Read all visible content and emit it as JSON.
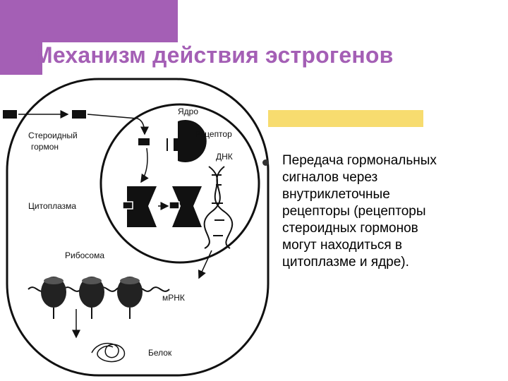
{
  "slide": {
    "title": "Механизм действия эстрогенов",
    "bullet_text": "Передача гормональных\nсигналов через\nвнутриклеточные\nрецепторы (рецепторы\nстероидных гормонов\nмогут находиться в\nцитоплазме и ядре).",
    "accent_color": "#a45fb5",
    "highlight_color": "#f7dc6f"
  },
  "diagram": {
    "label_nucleus": "Ядро",
    "label_receptor": "Рецептор",
    "label_dna": "ДНК",
    "label_steroid_line1": "Стероидный",
    "label_steroid_line2": "гормон",
    "label_cytoplasm": "Цитоплазма",
    "label_ribosome": "Рибосома",
    "label_mrna": "мРНК",
    "label_protein": "Белок"
  }
}
